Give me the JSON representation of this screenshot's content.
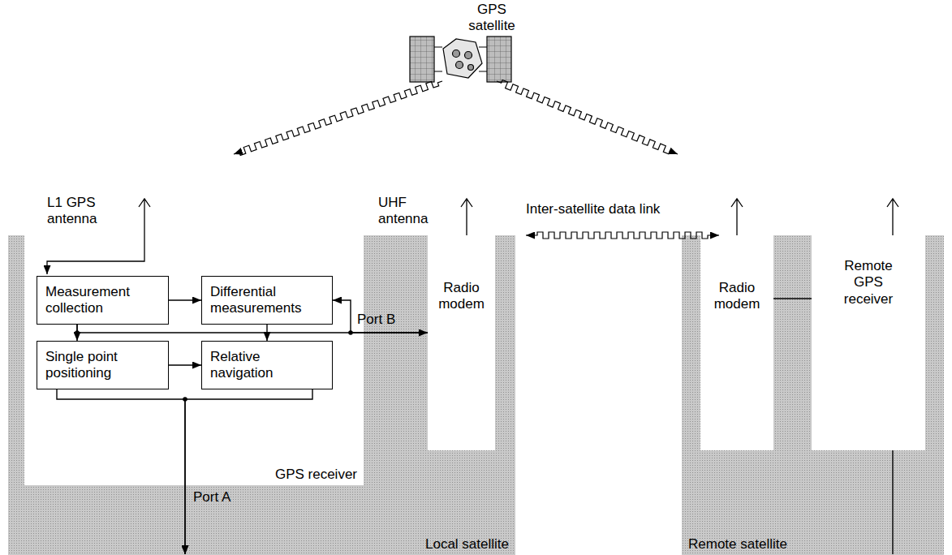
{
  "diagram": {
    "nodes": [
      {
        "text": [
          "Local satellite"
        ]
      },
      {
        "text": [
          "GPS receiver"
        ],
        "in": 0
      },
      {
        "text": [
          "Measurement collection"
        ],
        "in": 1
      },
      {
        "text": [
          "Differential measurements"
        ],
        "in": 1
      },
      {
        "text": [
          "Single point positioning"
        ],
        "in": 1
      },
      {
        "text": [
          "Relative navigation"
        ],
        "in": 1
      },
      {
        "text": [
          "Radio modem"
        ],
        "in": 0
      },
      {
        "text": [
          "Remote satellite"
        ]
      },
      {
        "text": [
          "Radio modem"
        ],
        "in": 7
      },
      {
        "text": [
          "Remote GPS receiver"
        ],
        "in": 7
      }
    ],
    "edges": [
      {
        "from": 2,
        "to": 3,
        "arrow": "to"
      },
      {
        "from": 2,
        "to": 4,
        "arrow": "to"
      },
      {
        "from": 4,
        "to": 5,
        "arrow": "to"
      },
      {
        "from": 3,
        "to": 5,
        "arrow": "to"
      },
      {
        "from": 2,
        "to": 6,
        "label": "Port B",
        "arrow": "to"
      },
      {
        "from": 6,
        "to": 3,
        "arrow": "to"
      },
      {
        "from": 4,
        "to": 0,
        "label": "Port A",
        "arrow": "to"
      },
      {
        "from": 5,
        "to": 0,
        "arrow": "to"
      },
      {
        "from": 8,
        "to": 9,
        "arrow": "none"
      },
      {
        "from": 9,
        "to": 7,
        "arrow": "none"
      }
    ],
    "labels": [
      "GPS satellite",
      "L1 GPS antenna",
      "UHF antenna",
      "Inter-satellite data link"
    ]
  }
}
